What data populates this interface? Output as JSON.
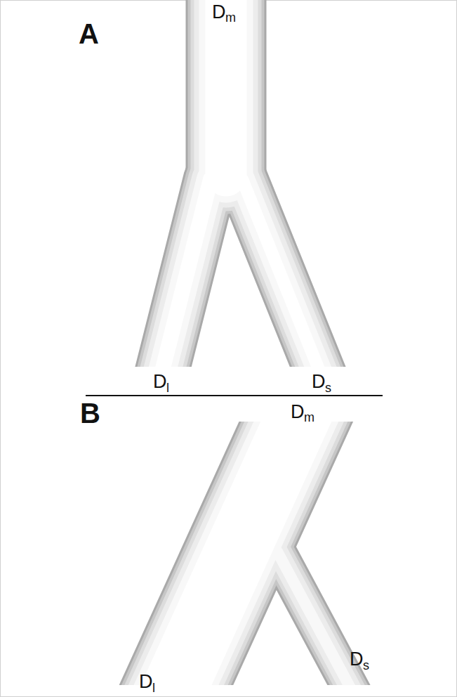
{
  "diagram": {
    "labels": [
      "A",
      "D",
      "m",
      "D",
      "l",
      "D",
      "s",
      "B",
      "D",
      "m",
      "D",
      "l",
      "D",
      "s"
    ]
  }
}
